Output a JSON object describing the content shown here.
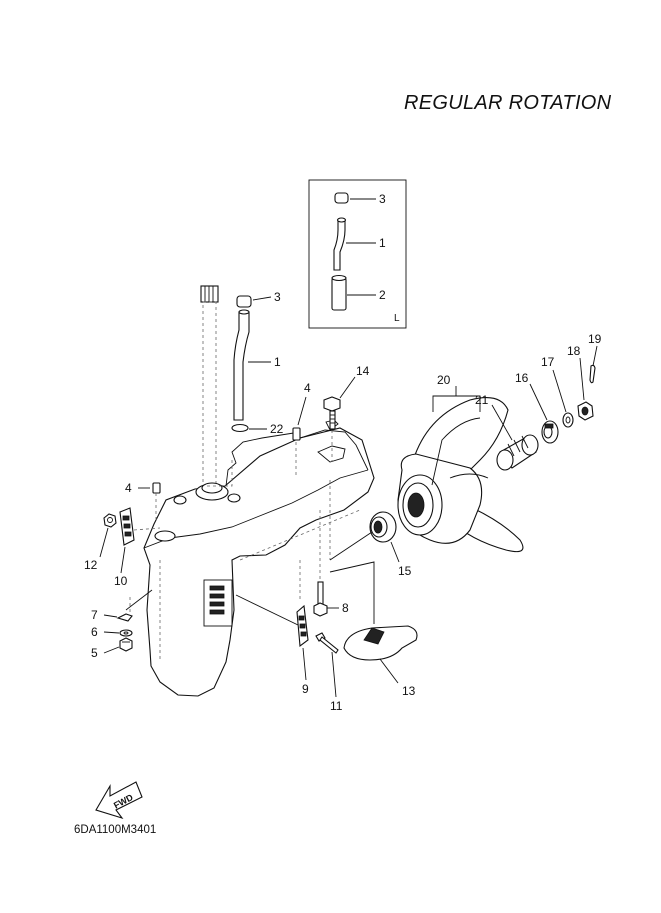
{
  "header": {
    "title": "REGULAR ROTATION"
  },
  "footer": {
    "diagram_code": "6DA1100M3401",
    "fwd_label": "FWD"
  },
  "inset": {
    "variant_label": "L"
  },
  "callouts": {
    "inset_3": "3",
    "inset_1": "1",
    "inset_2": "2",
    "p3": "3",
    "p1": "1",
    "p22": "22",
    "p4": "4",
    "p14": "14",
    "p20": "20",
    "p21": "21",
    "p16": "16",
    "p17": "17",
    "p18": "18",
    "p19": "19",
    "p4b": "4",
    "p12": "12",
    "p10": "10",
    "p7": "7",
    "p6": "6",
    "p5": "5",
    "p8": "8",
    "p15": "15",
    "p9": "9",
    "p11": "11",
    "p13": "13"
  }
}
